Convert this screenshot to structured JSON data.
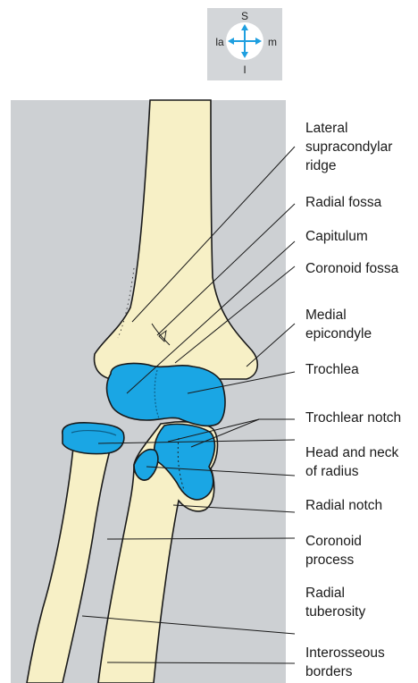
{
  "compass": {
    "superior": "S",
    "inferior": "I",
    "lateral": "la",
    "medial": "m"
  },
  "labels": {
    "lateral_supracondylar_ridge": [
      "Lateral",
      "supracondylar",
      "ridge"
    ],
    "radial_fossa": [
      "Radial fossa"
    ],
    "capitulum": [
      "Capitulum"
    ],
    "coronoid_fossa": [
      "Coronoid fossa"
    ],
    "medial_epicondyle": [
      "Medial",
      "epicondyle"
    ],
    "trochlea": [
      "Trochlea"
    ],
    "trochlear_notch": [
      "Trochlear notch"
    ],
    "head_and_neck_of_radius": [
      "Head and neck",
      "of radius"
    ],
    "radial_notch": [
      "Radial notch"
    ],
    "coronoid_process": [
      "Coronoid",
      "process"
    ],
    "radial_tuberosity": [
      "Radial",
      "tuberosity"
    ],
    "interosseous_borders": [
      "Interosseous",
      "borders"
    ]
  },
  "colors": {
    "bone": "#f7f0c6",
    "articular": "#1aa6e4",
    "panel": "#cdd0d3",
    "compass_bg": "#d3d6d9",
    "arrow": "#1e9fe0"
  }
}
